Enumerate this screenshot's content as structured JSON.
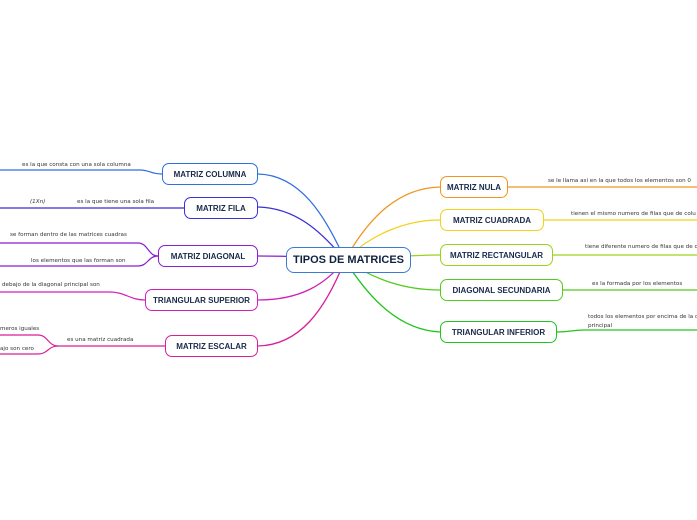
{
  "central": "TIPOS DE MATRICES",
  "left_branches": [
    {
      "name": "MATRIZ COLUMNA",
      "color": "#2f6fe0",
      "notes": [
        "es la que consta con una sola columna"
      ]
    },
    {
      "name": "MATRIZ FILA",
      "color": "#3b2fd6",
      "notes": [
        "es la que tiene una sola fila",
        "(1Xn)"
      ]
    },
    {
      "name": "MATRIZ DIAGONAL",
      "color": "#8a1fd0",
      "notes": [
        "se forman dentro de las matrices cuadras",
        "los elementos que las forman son"
      ]
    },
    {
      "name": "TRIANGULAR SUPERIOR",
      "color": "#d21fb8",
      "notes": [
        "debajo de la diagonal principal son"
      ]
    },
    {
      "name": "MATRIZ ESCALAR",
      "color": "#d81f9a",
      "notes": [
        "es una matriz cuadrada",
        "meros iguales",
        "ajo son cero"
      ]
    }
  ],
  "right_branches": [
    {
      "name": "MATRIZ NULA",
      "color": "#f0961e",
      "notes": [
        "se le llama asi en la que todos los elementos son 0"
      ]
    },
    {
      "name": "MATRIZ CUADRADA",
      "color": "#f2d21c",
      "notes": [
        "tienen el mismo numero de filas que de colu"
      ]
    },
    {
      "name": "MATRIZ RECTANGULAR",
      "color": "#9bd21c",
      "notes": [
        "tiene diferente numero de filas que de c"
      ]
    },
    {
      "name": "DIAGONAL SECUNDARIA",
      "color": "#52cc1c",
      "notes": [
        "es la formada por los elementos"
      ]
    },
    {
      "name": "TRIANGULAR INFERIOR",
      "color": "#20c41c",
      "notes": [
        "todos los elementos por encima de la d",
        "principal"
      ]
    }
  ]
}
